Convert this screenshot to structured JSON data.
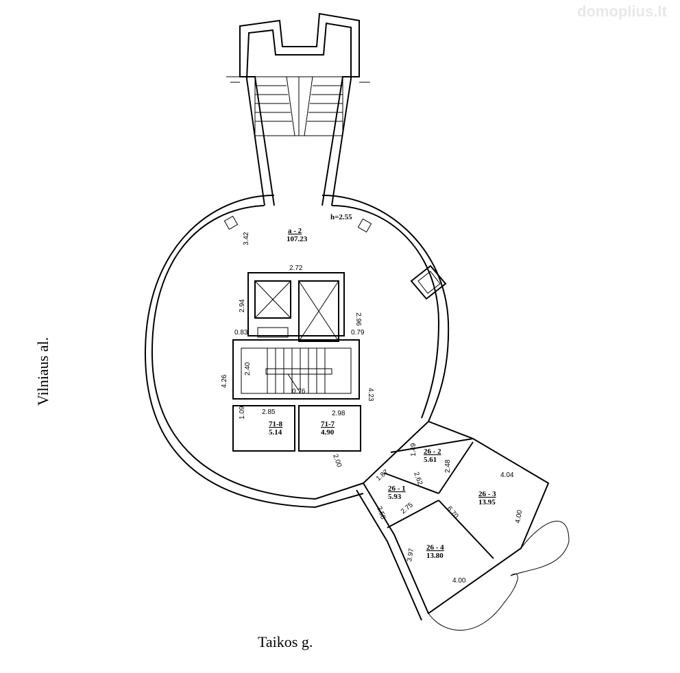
{
  "watermark": "domoplius.lt",
  "streets": {
    "left": "Vilniaus al.",
    "bottom": "Taikos g."
  },
  "rooms": [
    {
      "id": "a - 2",
      "area": "107.23"
    },
    {
      "id": "71-8",
      "area": "5.14"
    },
    {
      "id": "71-7",
      "area": "4.90"
    },
    {
      "id": "26 - 2",
      "area": "5.61"
    },
    {
      "id": "26 - 1",
      "area": "5.93"
    },
    {
      "id": "26 - 3",
      "area": "13.95"
    },
    {
      "id": "26 - 4",
      "area": "13.80"
    }
  ],
  "height_label": "h=2.55",
  "dimensions": [
    "3.42",
    "2.72",
    "2.94",
    "2.96",
    "0.83",
    "0.79",
    "4.26",
    "2.40",
    "4.23",
    "2.85",
    "2.98",
    "1.09",
    "2.00",
    "1.49",
    "2.62",
    "2.48",
    "4.04",
    "1.87",
    "2.75",
    "6.70",
    "4.00",
    "2.58",
    "3.97",
    "4.00"
  ],
  "stair_label": "0.76"
}
